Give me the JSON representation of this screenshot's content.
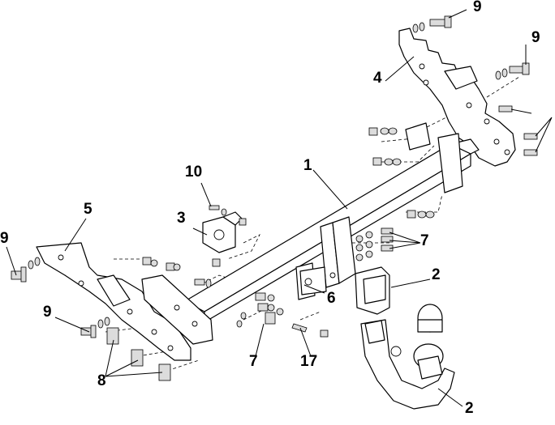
{
  "callouts": {
    "c1": "1",
    "c2a": "2",
    "c2b": "2",
    "c3": "3",
    "c4": "4",
    "c5": "5",
    "c6": "6",
    "c7a": "7",
    "c7b": "7",
    "c8": "8",
    "c9a": "9",
    "c9b": "9",
    "c9c": "9",
    "c9d": "9",
    "c10": "10",
    "c17": "17"
  }
}
